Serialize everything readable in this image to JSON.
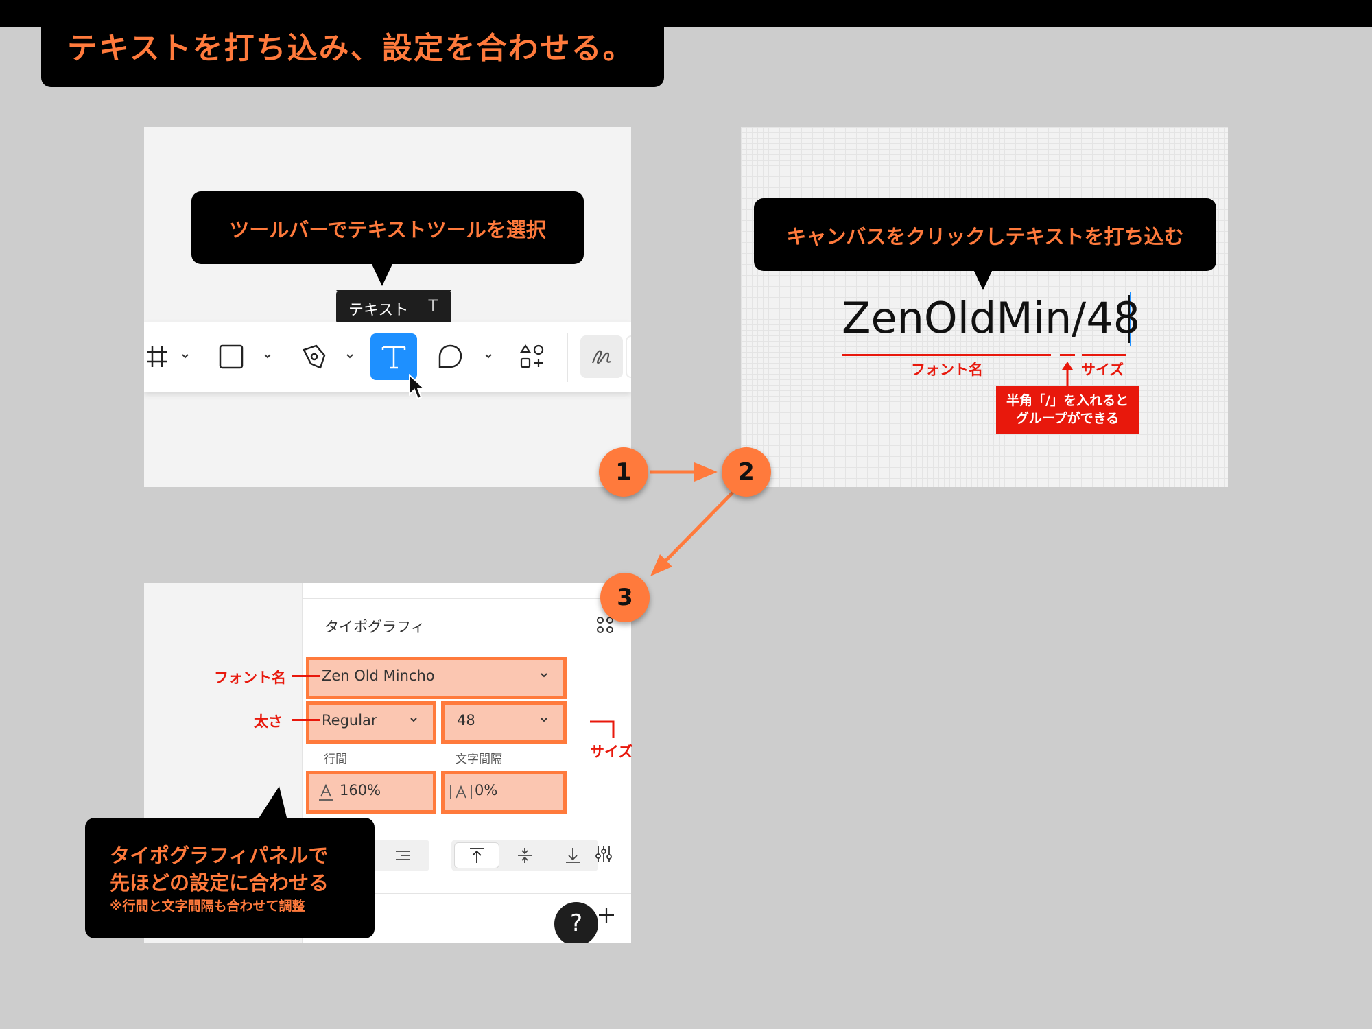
{
  "header": {
    "title": "テキストを打ち込み、設定を合わせる。"
  },
  "step1": {
    "callout": "ツールバーでテキストツールを選択",
    "tooltip": {
      "label": "テキスト",
      "shortcut": "T"
    },
    "tools": [
      "frame-icon",
      "rectangle-icon",
      "pen-icon",
      "text-icon",
      "ellipse-icon",
      "shapes-plus-icon",
      "draw-icon"
    ]
  },
  "step2": {
    "callout": "キャンバスをクリックしテキストを打ち込む",
    "text_value": "ZenOldMin/48",
    "label_font": "フォント名",
    "label_size": "サイズ",
    "note_line1": "半角「/」を入れると",
    "note_line2": "グループができる"
  },
  "step3": {
    "panel_title": "タイポグラフィ",
    "font_name": "Zen Old Mincho",
    "weight": "Regular",
    "size": "48",
    "line_height_label": "行間",
    "letter_spacing_label": "文字間隔",
    "line_height": "160%",
    "letter_spacing": "0%",
    "help": "?",
    "callout_line1": "タイポグラフィパネルで",
    "callout_line2": "先ほどの設定に合わせる",
    "callout_note": "※行間と文字間隔も合わせて調整",
    "side_font": "フォント名",
    "side_weight": "太さ",
    "side_size": "サイズ"
  },
  "steps": [
    "1",
    "2",
    "3"
  ],
  "colors": {
    "accent": "#ff7a3c",
    "red": "#e8180c",
    "selected_tool": "#1e90ff",
    "field_fill": "#fbc6b1"
  }
}
